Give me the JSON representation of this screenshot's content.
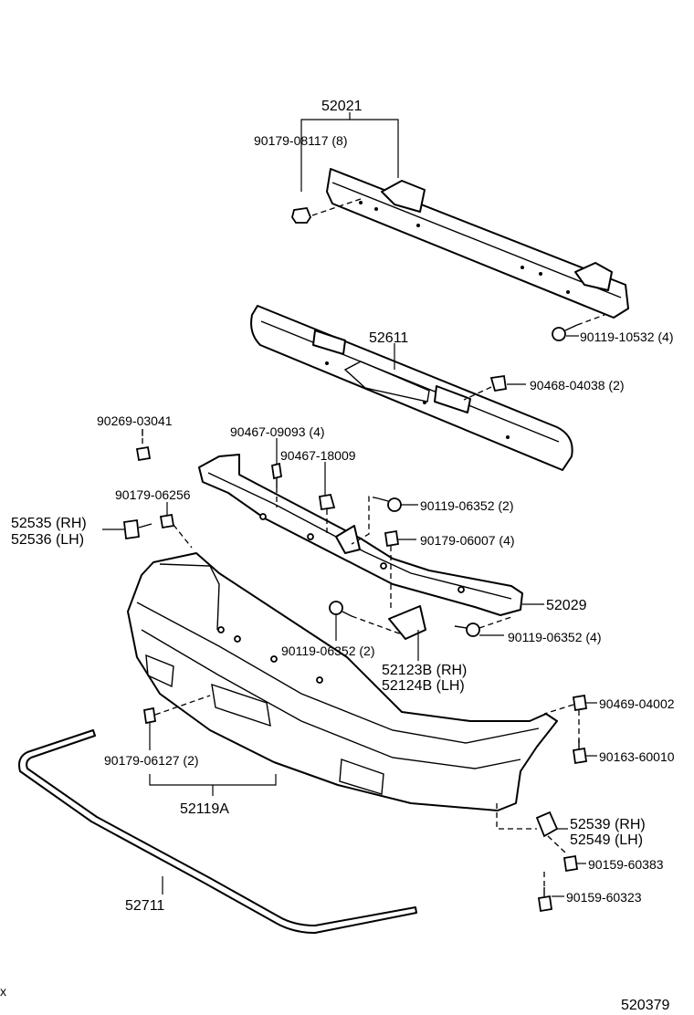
{
  "diagram_id": "520379",
  "corner_mark": "x",
  "labels": {
    "p52021": "52021",
    "p90179_08117": "90179-08117 (8)",
    "p52611": "52611",
    "p90119_10532": "90119-10532 (4)",
    "p90468_04038": "90468-04038 (2)",
    "p90269_03041": "90269-03041",
    "p90467_09093": "90467-09093 (4)",
    "p90467_18009": "90467-18009",
    "p90179_06256": "90179-06256",
    "p90119_06352_a": "90119-06352 (2)",
    "p52535": "52535 (RH)",
    "p52536": "52536 (LH)",
    "p90179_06007": "90179-06007 (4)",
    "p52029": "52029",
    "p90119_06352_b": "90119-06352 (2)",
    "p90119_06352_c": "90119-06352 (4)",
    "p52123B": "52123B (RH)",
    "p52124B": "52124B (LH)",
    "p90469_04002": "90469-04002",
    "p90179_06127": "90179-06127 (2)",
    "p90163_60010": "90163-60010",
    "p52119A": "52119A",
    "p52539": "52539 (RH)",
    "p52549": "52549 (LH)",
    "p90159_60383": "90159-60383",
    "p90159_60323": "90159-60323",
    "p52711": "52711"
  }
}
